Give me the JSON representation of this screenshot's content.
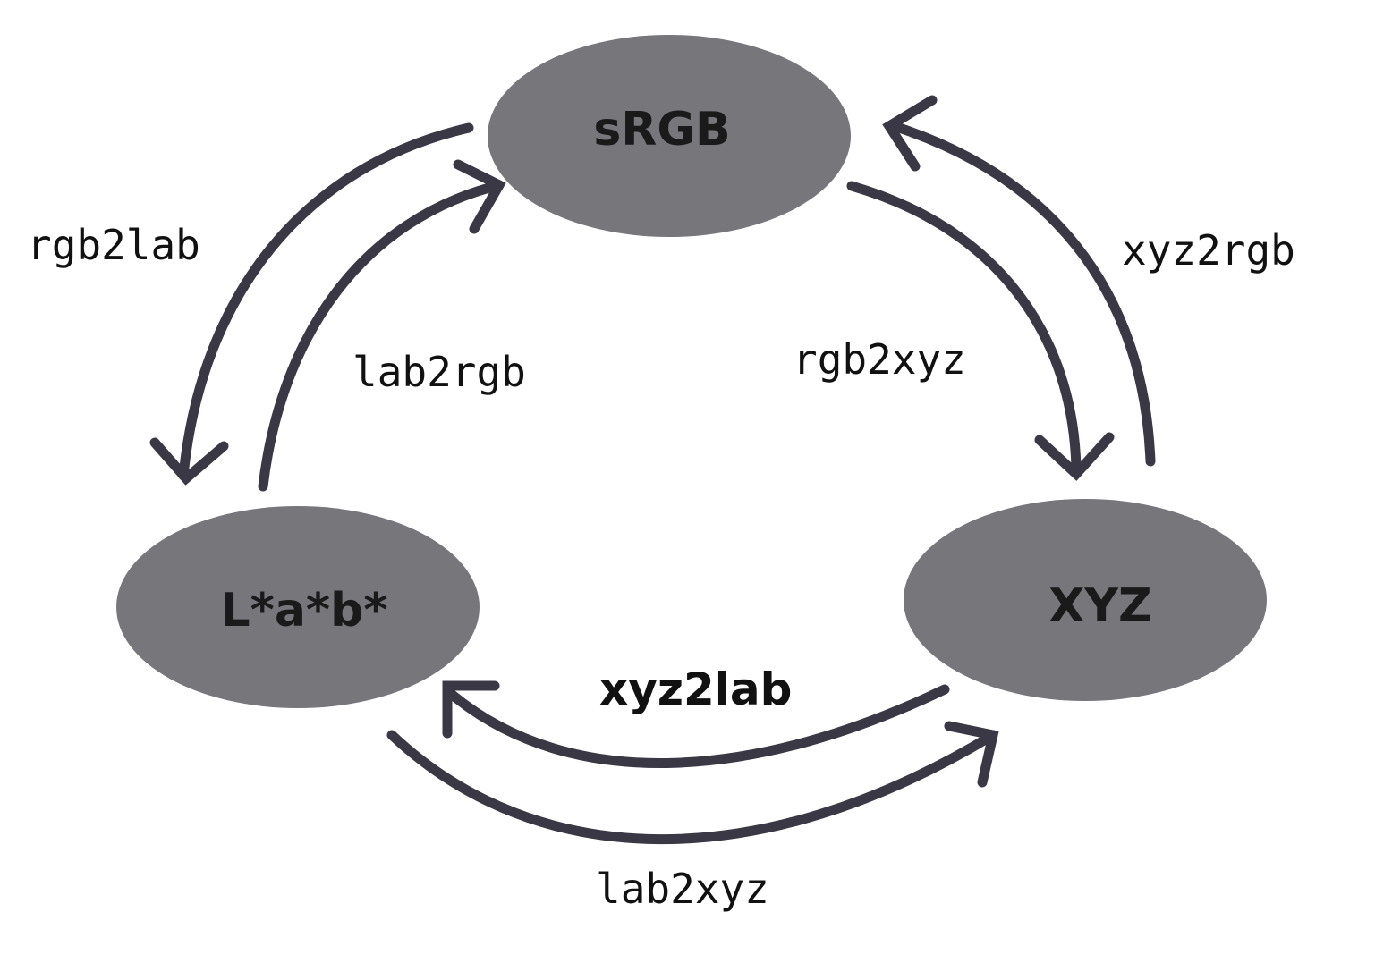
{
  "nodes": {
    "srgb": {
      "label": "sRGB"
    },
    "lab": {
      "label": "L*a*b*"
    },
    "xyz": {
      "label": "XYZ"
    }
  },
  "edges": {
    "rgb2lab": {
      "label": "rgb2lab",
      "from": "sRGB",
      "to": "L*a*b*"
    },
    "lab2rgb": {
      "label": "lab2rgb",
      "from": "L*a*b*",
      "to": "sRGB"
    },
    "rgb2xyz": {
      "label": "rgb2xyz",
      "from": "sRGB",
      "to": "XYZ"
    },
    "xyz2rgb": {
      "label": "xyz2rgb",
      "from": "XYZ",
      "to": "sRGB"
    },
    "xyz2lab": {
      "label": "xyz2lab",
      "from": "XYZ",
      "to": "L*a*b*"
    },
    "lab2xyz": {
      "label": "lab2xyz",
      "from": "L*a*b*",
      "to": "XYZ"
    }
  },
  "colors": {
    "node_fill": "#77767b",
    "arrow_stroke": "#3b3845",
    "text": "#111111"
  }
}
